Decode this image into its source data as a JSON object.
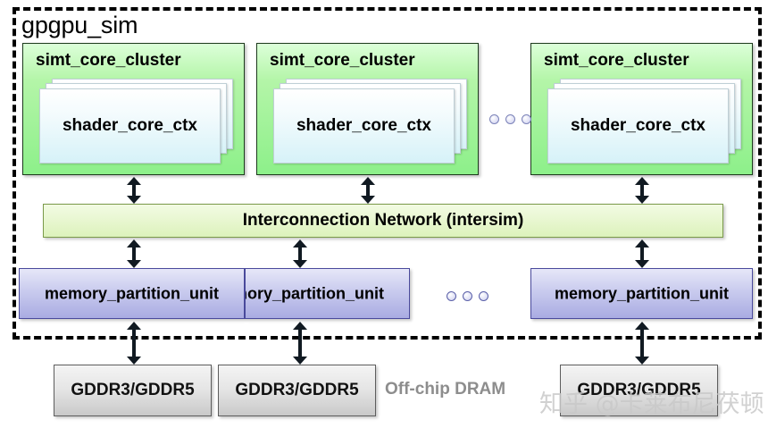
{
  "chip": {
    "title": "gpgpu_sim"
  },
  "clusters": [
    {
      "label": "simt_core_cluster",
      "core": "shader_core_ctx"
    },
    {
      "label": "simt_core_cluster",
      "core": "shader_core_ctx"
    },
    {
      "label": "simt_core_cluster",
      "core": "shader_core_ctx"
    }
  ],
  "interconnect": {
    "label": "Interconnection Network (intersim)"
  },
  "memory_partitions": [
    {
      "label": "memory_partition_unit"
    },
    {
      "label": "memory_partition_unit"
    },
    {
      "label": "memory_partition_unit"
    }
  ],
  "dram": {
    "caption": "Off-chip DRAM",
    "boxes": [
      {
        "label": "GDDR3/GDDR5"
      },
      {
        "label": "GDDR3/GDDR5"
      },
      {
        "label": "GDDR3/GDDR5"
      }
    ]
  },
  "ellipsis": {
    "glyph": "○"
  },
  "watermark": {
    "text": "知乎 @卡莱布尼茯顿"
  },
  "colors": {
    "cluster_fill": "#8df08a",
    "core_card_fill": "#d6f2f8",
    "interconnect_fill": "#dcf2bb",
    "memory_partition_fill": "#a9abe2",
    "dram_fill": "#c9c9c9",
    "arrow": "#111a22",
    "boundary": "#000000",
    "caption_text": "#8d8d8d"
  }
}
